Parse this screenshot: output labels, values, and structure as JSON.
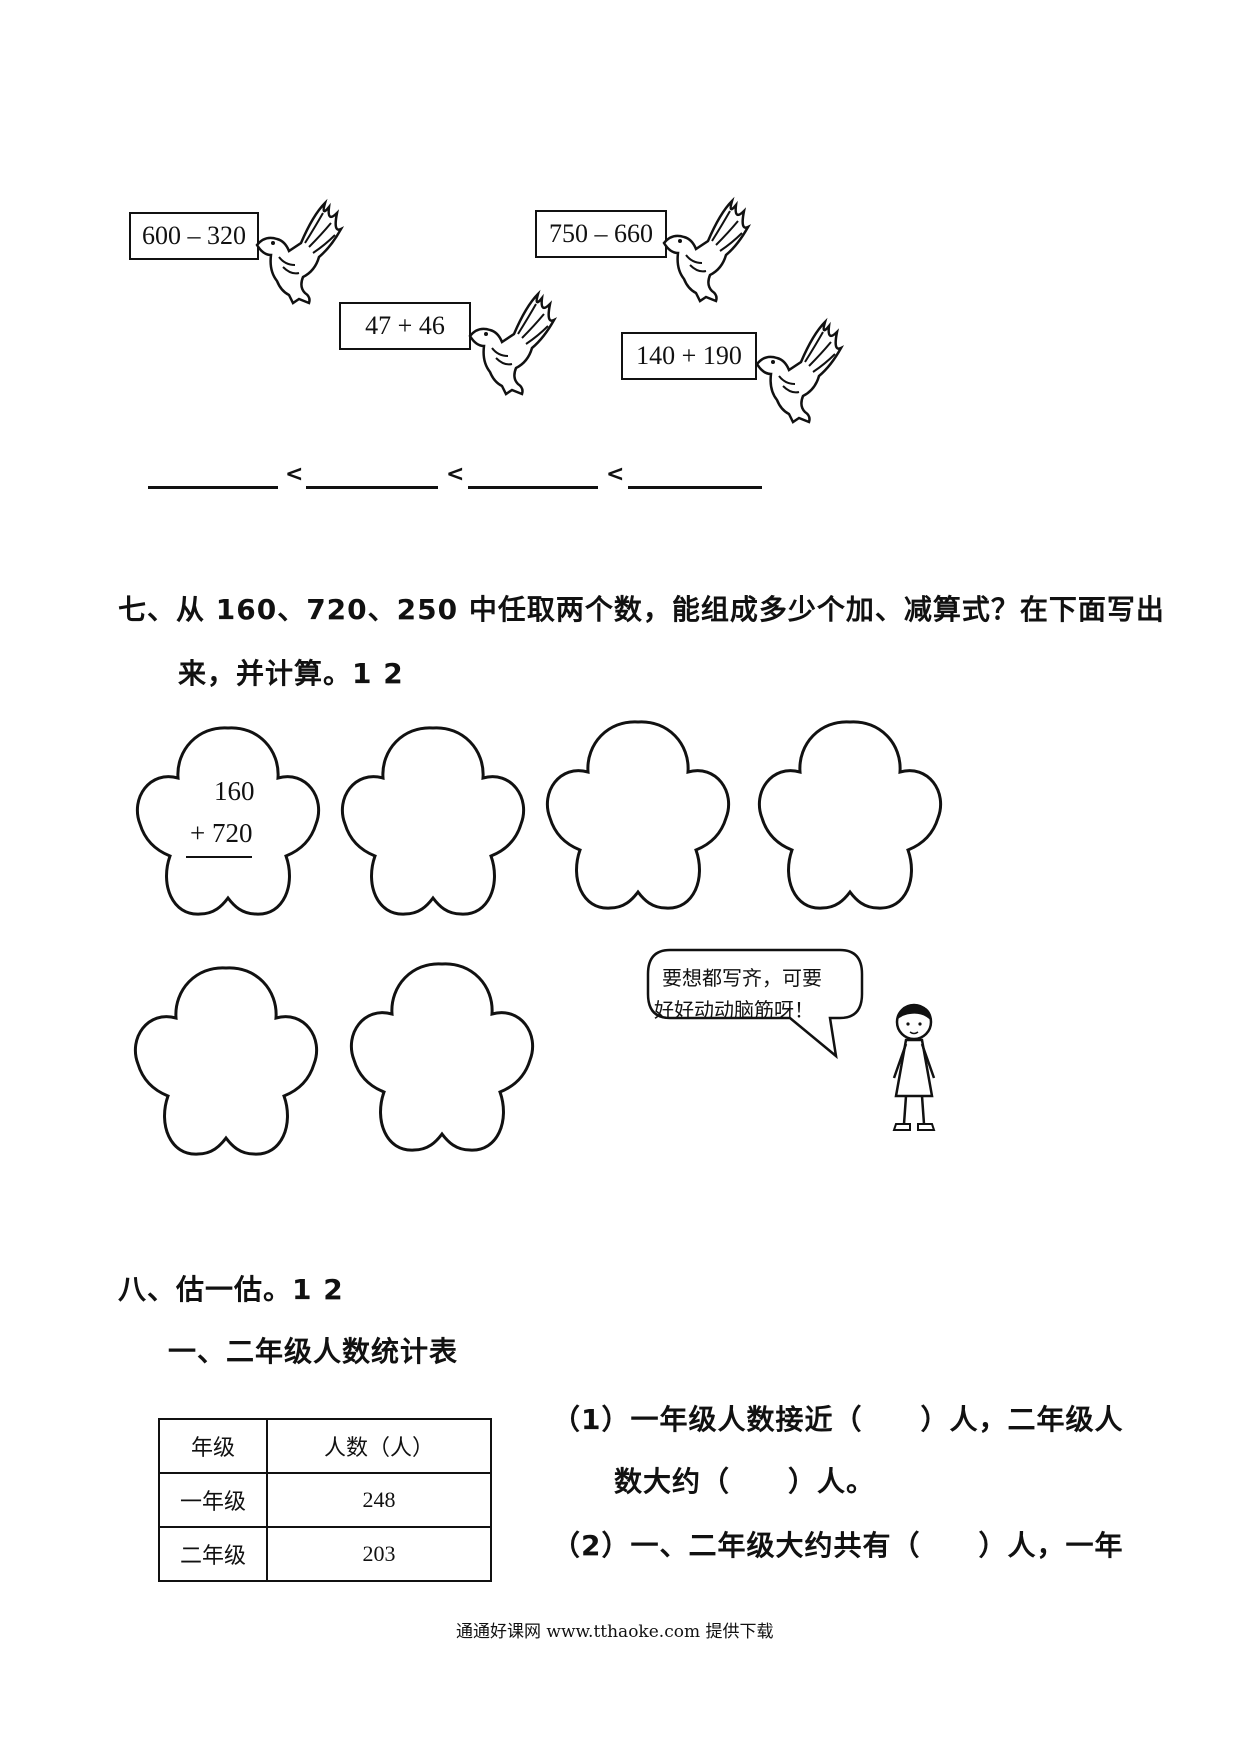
{
  "birds": [
    {
      "expr": "600 – 320"
    },
    {
      "expr": "750 – 660"
    },
    {
      "expr": "47 + 46"
    },
    {
      "expr": "140 + 190"
    }
  ],
  "compare_symbol": "<",
  "q7": {
    "line1": "七、从 160、720、250 中任取两个数，能组成多少个加、减算式？在下面写出",
    "line2": "来，并计算。1 2",
    "example_top": "160",
    "example_bottom": "+ 720"
  },
  "bubble": {
    "line1": "要想都写齐，可要",
    "line2": "好好动动脑筋呀！"
  },
  "q8": {
    "title": "八、估一估。1 2",
    "subtitle": "一、二年级人数统计表",
    "table": {
      "headers": [
        "年级",
        "人数（人）"
      ],
      "rows": [
        [
          "一年级",
          "248"
        ],
        [
          "二年级",
          "203"
        ]
      ]
    },
    "p1a": "（1）一年级人数接近（　　）人，二年级人",
    "p1b": "数大约（　　）人。",
    "p2": "（2）一、二年级大约共有（　　）人，一年"
  },
  "footer": "通通好课网  www.tthaoke.com  提供下载"
}
